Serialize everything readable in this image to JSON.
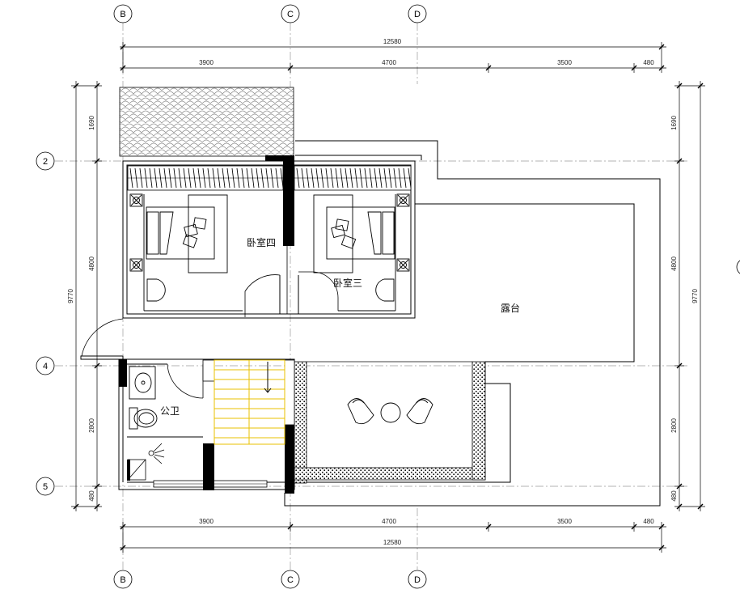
{
  "axes": {
    "columns": [
      "B",
      "C",
      "D"
    ],
    "rows": [
      "2",
      "4",
      "5"
    ]
  },
  "dimensions": {
    "top_total": "12580",
    "top_segments": [
      "3900",
      "4700",
      "3500",
      "480"
    ],
    "bottom_total": "12580",
    "bottom_segments": [
      "3900",
      "4700",
      "3500",
      "480"
    ],
    "left_total": "9770",
    "left_segments": [
      "1690",
      "4800",
      "2800",
      "480"
    ],
    "right_total": "9770",
    "right_segments": [
      "1690",
      "4800",
      "2800",
      "480"
    ]
  },
  "rooms": {
    "bedroom4": "卧室四",
    "bedroom3": "卧室三",
    "terrace": "露台",
    "bathroom": "公卫"
  },
  "colors": {
    "line": "#000000",
    "axis": "#9a9a9a",
    "stairs": "#e8c000",
    "roof": "#b0b0b0"
  }
}
